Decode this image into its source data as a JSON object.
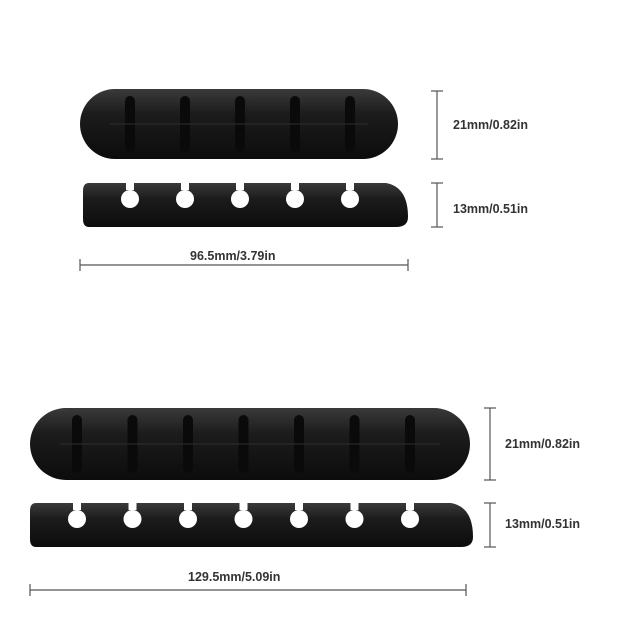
{
  "products": [
    {
      "slots": 5,
      "height_label": "21mm/0.82in",
      "depth_label": "13mm/0.51in",
      "length_label": "96.5mm/3.79in"
    },
    {
      "slots": 7,
      "height_label": "21mm/0.82in",
      "depth_label": "13mm/0.51in",
      "length_label": "129.5mm/5.09in"
    }
  ],
  "colors": {
    "body": "#1c1c1c",
    "body_highlight": "#3a3a3a",
    "dimension_line": "#555555",
    "label_text": "#333333",
    "background": "#ffffff"
  }
}
